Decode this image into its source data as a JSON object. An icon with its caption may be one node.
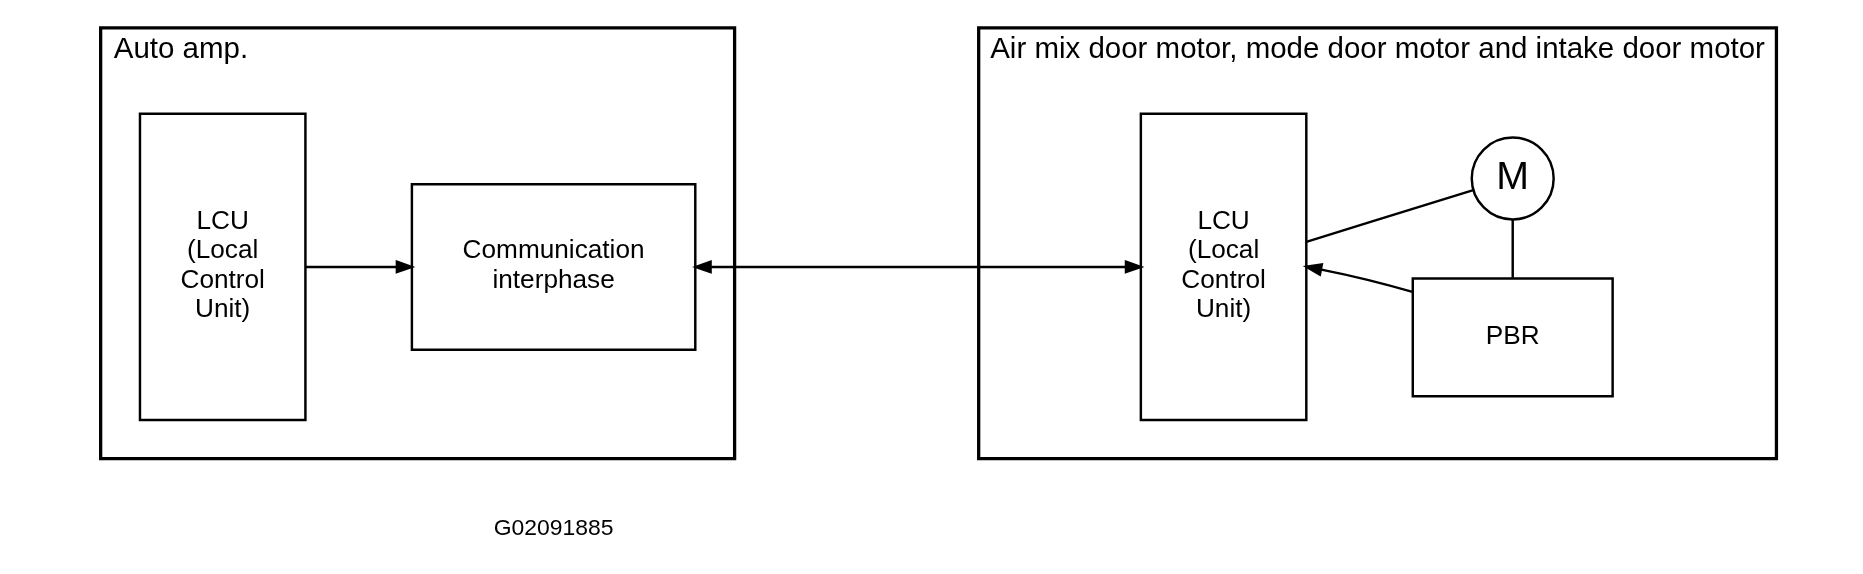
{
  "diagram": {
    "nodes": [
      {
        "text": [
          "Auto amp."
        ]
      },
      {
        "text": [
          "LCU (Local Control Unit)"
        ],
        "in": 0
      },
      {
        "text": [
          "Communication interphase"
        ],
        "in": 0
      },
      {
        "text": [
          "Air mix door motor, mode door motor and intake door motor"
        ]
      },
      {
        "text": [
          "LCU (Local Control Unit)"
        ],
        "in": 3
      },
      {
        "text": [
          "M"
        ],
        "in": 3
      },
      {
        "text": [
          "PBR"
        ],
        "in": 3
      }
    ],
    "edges": [
      {
        "from": 1,
        "to": 2,
        "arrow": "to"
      },
      {
        "from": 2,
        "to": 4,
        "arrow": "both"
      },
      {
        "from": 4,
        "to": 5,
        "arrow": "none"
      },
      {
        "from": 5,
        "to": 6,
        "arrow": "none"
      },
      {
        "from": 6,
        "to": 4,
        "arrow": "to"
      }
    ],
    "labels": [
      "G02091885"
    ]
  }
}
